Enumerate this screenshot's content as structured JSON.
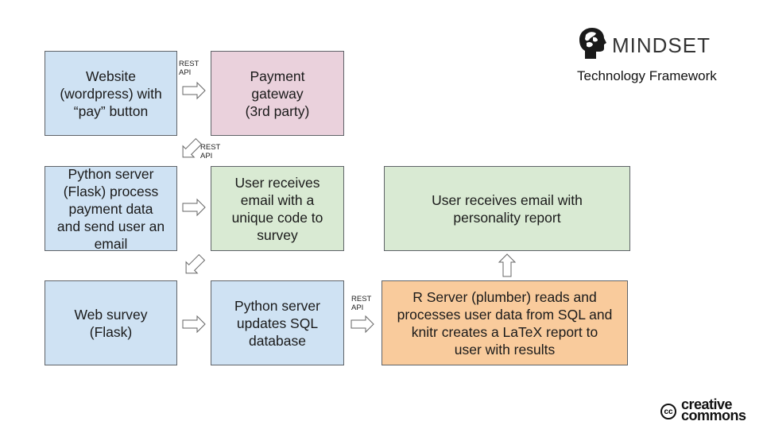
{
  "boxes": {
    "website": "Website\n(wordpress) with\n“pay” button",
    "payment_gateway": "Payment\ngateway\n(3rd party)",
    "python_server_flask": "Python server\n(Flask) process\npayment data\nand send user an\nemail",
    "user_receives_code": "User receives\nemail with a\nunique code to\nsurvey",
    "user_receives_report": "User receives email with\npersonality report",
    "web_survey": "Web survey\n(Flask)",
    "python_sql": "Python server\nupdates SQL\ndatabase",
    "r_server": "R Server (plumber) reads and\nprocesses user data from SQL and\nknitr creates a LaTeX report to\nuser with results"
  },
  "labels": {
    "rest_api_1": "REST\nAPI",
    "rest_api_2": "REST\nAPI",
    "rest_api_3": "REST\nAPI"
  },
  "brand": {
    "name": "MINDSET",
    "subtitle": "Technology Framework"
  },
  "license": {
    "symbol": "cc",
    "text": "creative\ncommons"
  },
  "colors": {
    "blue": "#cfe2f3",
    "pink": "#ead1dc",
    "green": "#d9ead3",
    "orange": "#f9cb9c"
  }
}
